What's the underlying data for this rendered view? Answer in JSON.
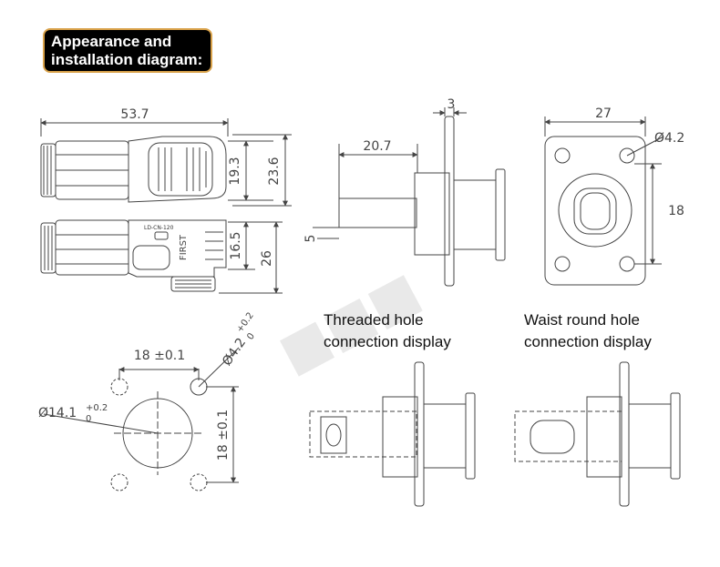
{
  "title": {
    "line1": "Appearance and",
    "line2": "installation diagram:"
  },
  "side_view": {
    "top_length": "53.7",
    "body_height": "19.3",
    "total_height": "23.6",
    "marking_1": "LD-CN-120",
    "marking_2": "FIRST",
    "lower_height": "16.5",
    "lower_total": "26"
  },
  "socket_side": {
    "pin_length": "20.7",
    "flange_thickness": "3",
    "pin_offset": "5"
  },
  "socket_front": {
    "width": "27",
    "hole_diameter": "Ø4.2",
    "hole_spacing": "18"
  },
  "hole_pattern": {
    "horizontal_spacing": "18 ±0.1",
    "vertical_spacing": "18 ±0.1",
    "hole_dia_base": "Ø4.2",
    "hole_dia_tol": "+0.2",
    "hole_dia_sub": "0",
    "center_dia_base": "Ø14.1",
    "center_dia_tol": "+0.2",
    "center_dia_sub": "0"
  },
  "captions": {
    "threaded_line1": "Threaded hole",
    "threaded_line2": "connection display",
    "waist_line1": "Waist round hole",
    "waist_line2": "connection display"
  },
  "colors": {
    "line": "#444444",
    "badge_bg": "#000000",
    "badge_border": "#d9a24a",
    "badge_text": "#ffffff"
  }
}
